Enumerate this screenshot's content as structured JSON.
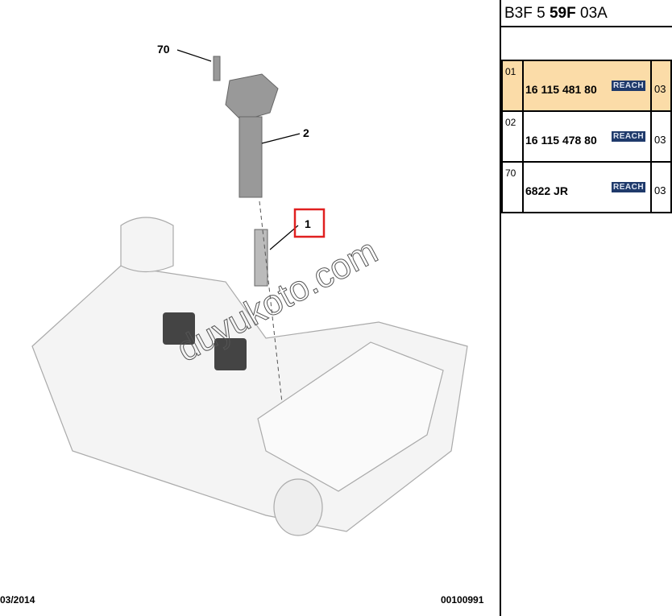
{
  "diagram": {
    "callouts": [
      "70",
      "2",
      "1"
    ],
    "highlighted_callout": "1",
    "watermark": "duyukoto.com",
    "date": "03/2014",
    "diagram_code": "00100991",
    "highlight_color": "#e02020"
  },
  "panel": {
    "title_parts": [
      "B3F 5 ",
      "59F",
      " 03A"
    ],
    "rows": [
      {
        "num": "01",
        "ref": "16 115 481 80",
        "badge": "REACH",
        "qty": "03",
        "selected": true
      },
      {
        "num": "02",
        "ref": "16 115 478 80",
        "badge": "REACH",
        "qty": "03",
        "selected": false
      },
      {
        "num": "70",
        "ref": "6822 JR",
        "badge": "REACH",
        "qty": "03",
        "selected": false
      }
    ],
    "selected_color": "#fbdca8",
    "badge_color": "#1f3a6b"
  }
}
